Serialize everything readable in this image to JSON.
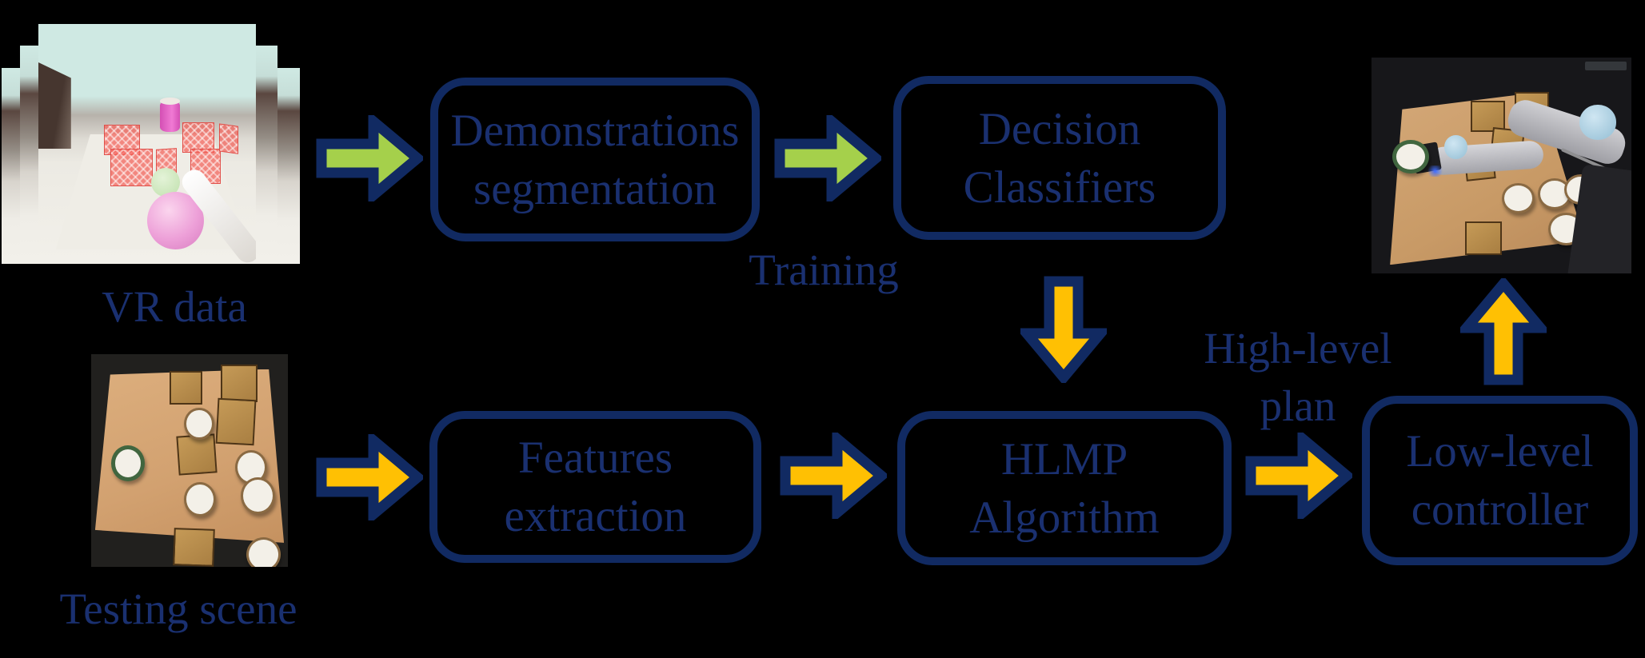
{
  "figure_title": "HLMP pipeline diagram",
  "colors": {
    "background": "#000000",
    "navy": "#112a62",
    "text_navy": "#1a3070",
    "green": "#a5d04b",
    "yellow": "#ffc003"
  },
  "nodes": {
    "demonstrations": {
      "line1": "Demonstrations",
      "line2": "segmentation"
    },
    "decision": {
      "line1": "Decision",
      "line2": "Classifiers"
    },
    "features": {
      "line1": "Features",
      "line2": "extraction"
    },
    "hlmp": {
      "line1": "HLMP",
      "line2": "Algorithm"
    },
    "low_level": {
      "line1": "Low-level",
      "line2": "controller"
    }
  },
  "labels": {
    "vr_data": "VR data",
    "testing_scene": "Testing scene",
    "training": "Training",
    "high_level_line1": "High-level",
    "high_level_line2": "plan"
  },
  "images": {
    "vr_stack": "stack of VR demonstration screenshots",
    "testing": "top-down photo of testing scene with wooden cubes and cans",
    "robot": "photo of robot arm executing plan on table"
  },
  "arrows": [
    {
      "name": "vr-to-demonstrations",
      "color": "green",
      "direction": "right"
    },
    {
      "name": "demonstrations-to-decision",
      "color": "green",
      "direction": "right"
    },
    {
      "name": "decision-to-hlmp",
      "color": "yellow",
      "direction": "down"
    },
    {
      "name": "testing-to-features",
      "color": "yellow",
      "direction": "right"
    },
    {
      "name": "features-to-hlmp",
      "color": "yellow",
      "direction": "right"
    },
    {
      "name": "hlmp-to-lowlevel",
      "color": "yellow",
      "direction": "right"
    },
    {
      "name": "lowlevel-to-robot",
      "color": "yellow",
      "direction": "up"
    }
  ]
}
